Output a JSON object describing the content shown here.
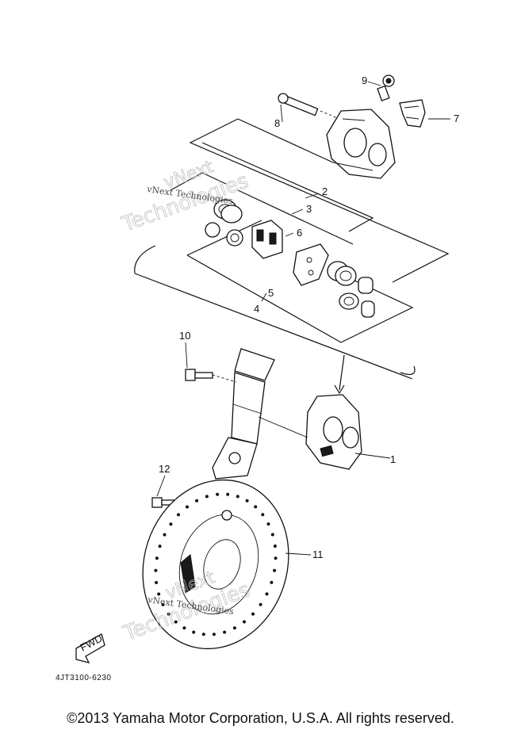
{
  "diagram": {
    "callouts": {
      "c1": "1",
      "c2": "2",
      "c3": "3",
      "c4": "4",
      "c5": "5",
      "c6": "6",
      "c7": "7",
      "c8": "8",
      "c9": "9",
      "c10": "10",
      "c11": "11",
      "c12": "12"
    },
    "fwd_label": "FWD",
    "part_code": "4JT3100-6230"
  },
  "watermarks": {
    "line1": "vNext",
    "line2": "Technologies",
    "small": "vNext Technologies"
  },
  "footer": {
    "copyright": "©2013 Yamaha Motor Corporation, U.S.A. All rights reserved."
  }
}
